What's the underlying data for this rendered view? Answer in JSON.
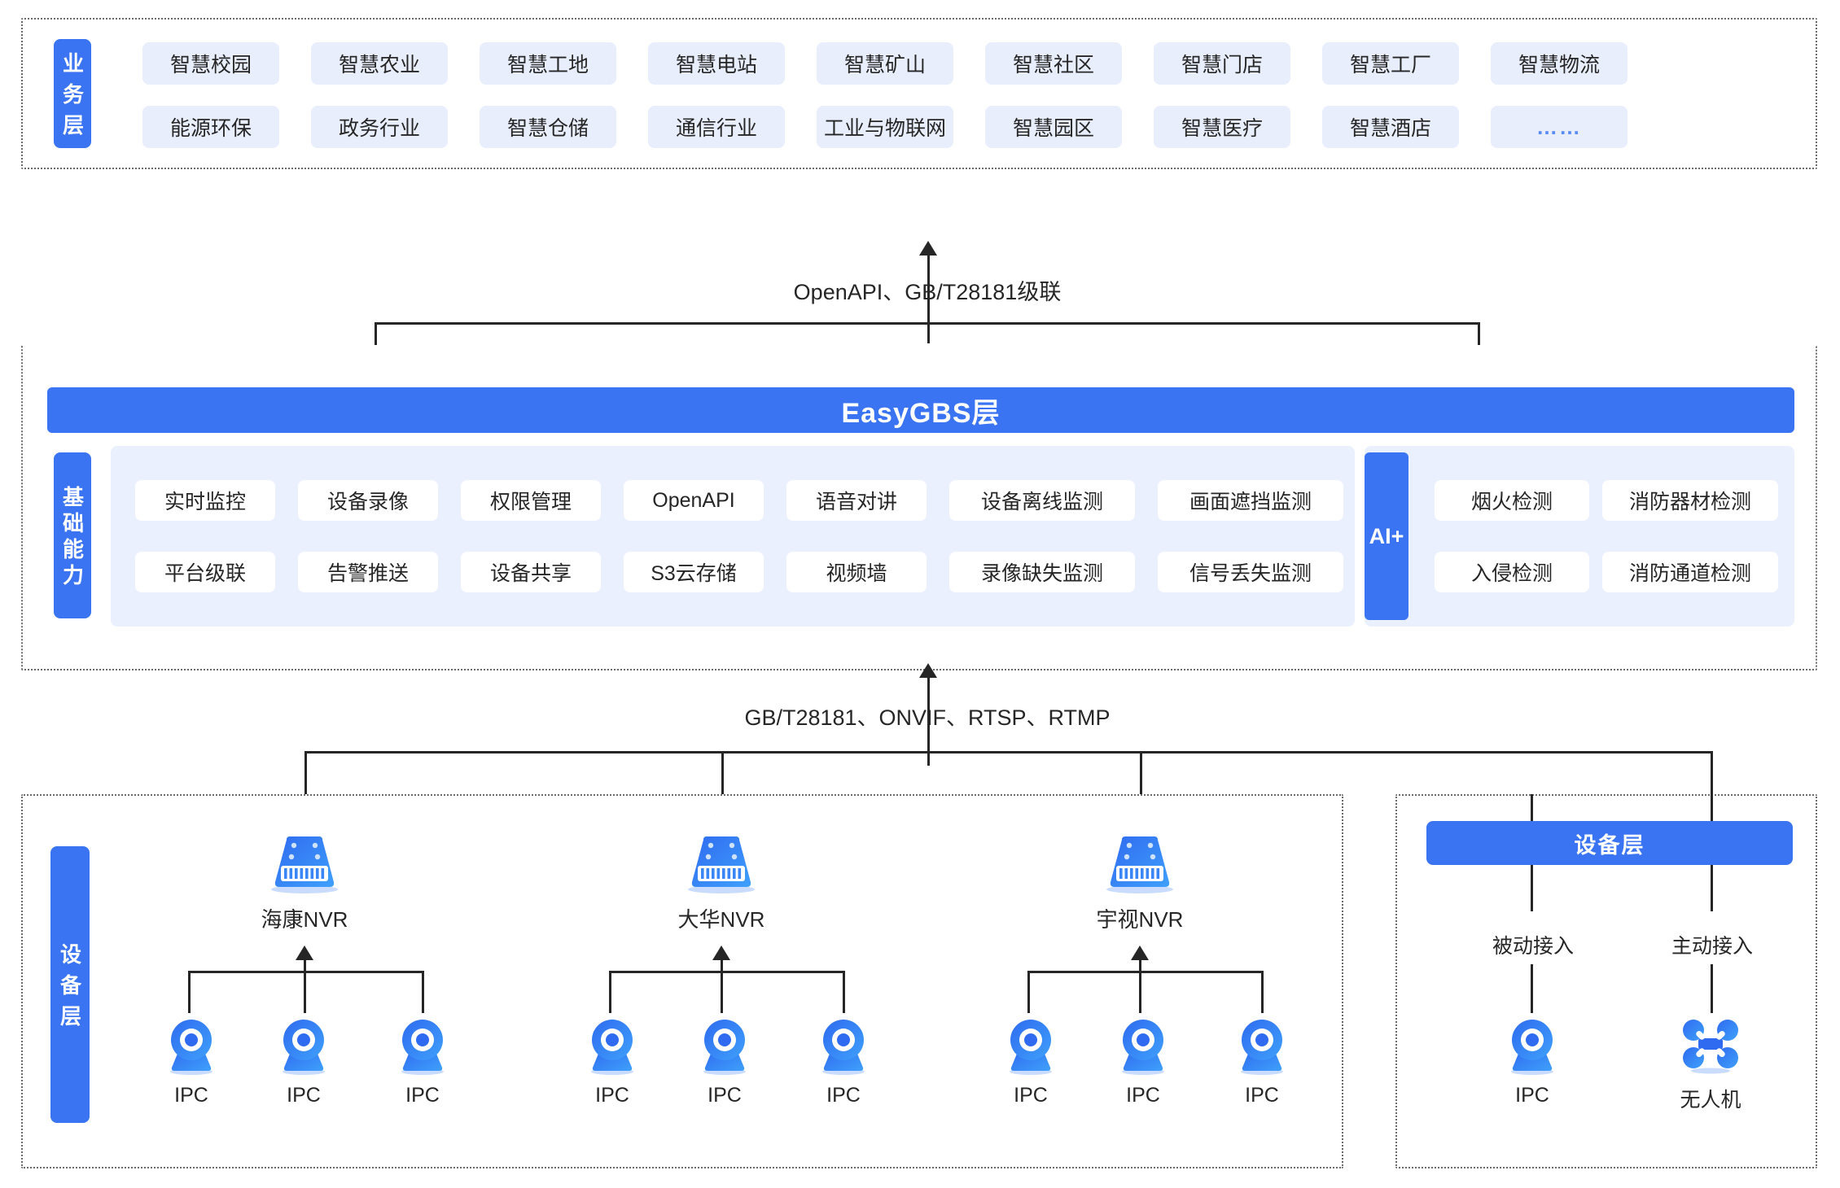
{
  "colors": {
    "primary_blue": "#3a74f2",
    "chip_fill": "#e8eefc",
    "panel_fill": "#eaf0fd",
    "line": "#262626",
    "dots_blue": "#5b8dfa"
  },
  "business_layer": {
    "side_label": "业务层",
    "row1": [
      "智慧校园",
      "智慧农业",
      "智慧工地",
      "智慧电站",
      "智慧矿山",
      "智慧社区",
      "智慧门店",
      "智慧工厂",
      "智慧物流"
    ],
    "row2": [
      "能源环保",
      "政务行业",
      "智慧仓储",
      "通信行业",
      "工业与物联网",
      "智慧园区",
      "智慧医疗",
      "智慧酒店",
      "……"
    ]
  },
  "connector_top": {
    "label": "OpenAPI、GB/T28181级联"
  },
  "platform_layer": {
    "title": "EasyGBS层",
    "side_label": "基础能力",
    "capabilities_row1": [
      "实时监控",
      "设备录像",
      "权限管理",
      "OpenAPI",
      "语音对讲",
      "设备离线监测",
      "画面遮挡监测"
    ],
    "capabilities_row2": [
      "平台级联",
      "告警推送",
      "设备共享",
      "S3云存储",
      "视频墙",
      "录像缺失监测",
      "信号丢失监测"
    ],
    "ai": {
      "tab_label": "AI+",
      "row1": [
        "烟火检测",
        "消防器材检测"
      ],
      "row2": [
        "入侵检测",
        "消防通道检测"
      ]
    }
  },
  "connector_bottom": {
    "label": "GB/T28181、ONVIF、RTSP、RTMP"
  },
  "device_layer_left": {
    "side_label": "设备层",
    "groups": [
      {
        "nvr_label": "海康NVR",
        "nvr_icon": "nvr-icon",
        "cameras": [
          "IPC",
          "IPC",
          "IPC"
        ],
        "camera_icon": "ipc-camera-icon"
      },
      {
        "nvr_label": "大华NVR",
        "nvr_icon": "nvr-icon",
        "cameras": [
          "IPC",
          "IPC",
          "IPC"
        ],
        "camera_icon": "ipc-camera-icon"
      },
      {
        "nvr_label": "宇视NVR",
        "nvr_icon": "nvr-icon",
        "cameras": [
          "IPC",
          "IPC",
          "IPC"
        ],
        "camera_icon": "ipc-camera-icon"
      }
    ]
  },
  "device_layer_right": {
    "bar_label": "设备层",
    "branches": [
      {
        "mode_label": "被动接入",
        "device_label": "IPC",
        "icon": "ipc-camera-icon"
      },
      {
        "mode_label": "主动接入",
        "device_label": "无人机",
        "icon": "drone-icon"
      }
    ]
  }
}
